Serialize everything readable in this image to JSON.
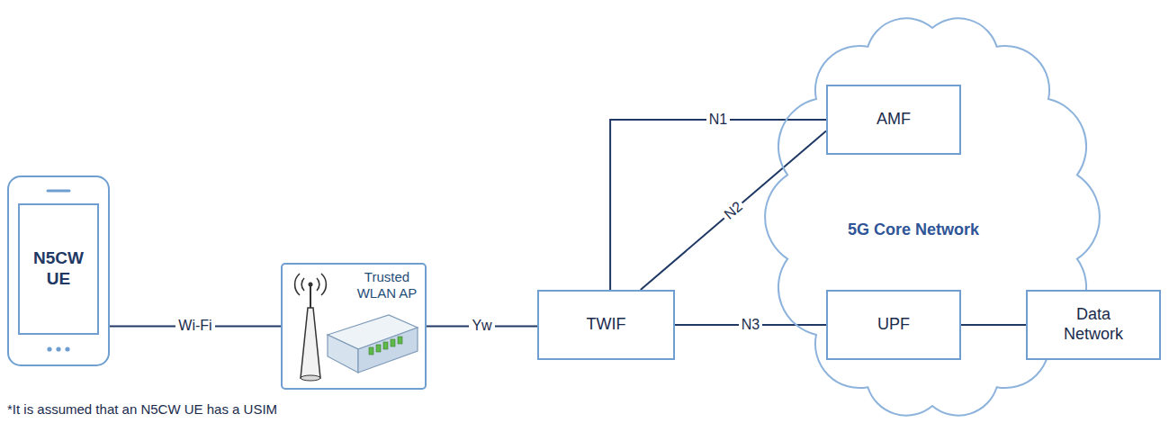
{
  "diagram": {
    "nodes": [
      {
        "text": [
          "N5CW UE"
        ]
      },
      {
        "text": [
          "Trusted WLAN AP"
        ]
      },
      {
        "text": [
          "TWIF"
        ]
      },
      {
        "text": [
          "5G Core Network"
        ]
      },
      {
        "text": [
          "AMF"
        ],
        "in": 3
      },
      {
        "text": [
          "UPF"
        ],
        "in": 3
      },
      {
        "text": [
          "Data Network"
        ]
      }
    ],
    "edges": [
      {
        "from": 0,
        "to": 1,
        "label": "Wi-Fi",
        "arrow": "none"
      },
      {
        "from": 1,
        "to": 2,
        "label": "Yw",
        "arrow": "none"
      },
      {
        "from": 2,
        "to": 4,
        "label": "N1",
        "arrow": "none"
      },
      {
        "from": 2,
        "to": 4,
        "label": "N2",
        "arrow": "none"
      },
      {
        "from": 2,
        "to": 5,
        "label": "N3",
        "arrow": "none"
      },
      {
        "from": 5,
        "to": 6,
        "arrow": "none"
      }
    ],
    "labels": [
      "*It is assumed that an N5CW UE has a USIM"
    ]
  }
}
